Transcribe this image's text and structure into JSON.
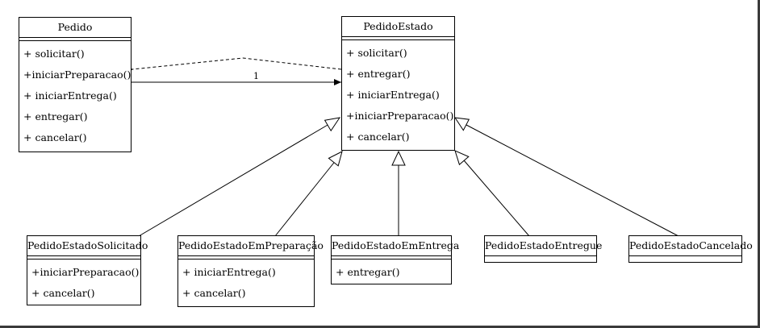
{
  "diagram": {
    "classes": {
      "pedido": {
        "name": "Pedido",
        "operations": [
          "+ solicitar()",
          "+iniciarPreparacao()",
          "+ iniciarEntrega()",
          "+ entregar()",
          "+ cancelar()"
        ]
      },
      "pedido_estado": {
        "name": "PedidoEstado",
        "operations": [
          "+ solicitar()",
          "+ entregar()",
          "+ iniciarEntrega()",
          "+iniciarPreparacao()",
          "+ cancelar()"
        ]
      },
      "solicitado": {
        "name": "PedidoEstadoSolicitado",
        "operations": [
          "+iniciarPreparacao()",
          "+ cancelar()"
        ]
      },
      "em_preparacao": {
        "name": "PedidoEstadoEmPreparação",
        "operations": [
          "+ iniciarEntrega()",
          "+ cancelar()"
        ]
      },
      "em_entrega": {
        "name": "PedidoEstadoEmEntrega",
        "operations": [
          "+ entregar()"
        ]
      },
      "entregue": {
        "name": "PedidoEstadoEntregue",
        "operations": []
      },
      "cancelado": {
        "name": "PedidoEstadoCancelado",
        "operations": []
      }
    },
    "association": {
      "multiplicity": "1"
    },
    "colors": {
      "line": "#000000",
      "frame": "#3a3a3a",
      "background": "#ffffff"
    }
  }
}
